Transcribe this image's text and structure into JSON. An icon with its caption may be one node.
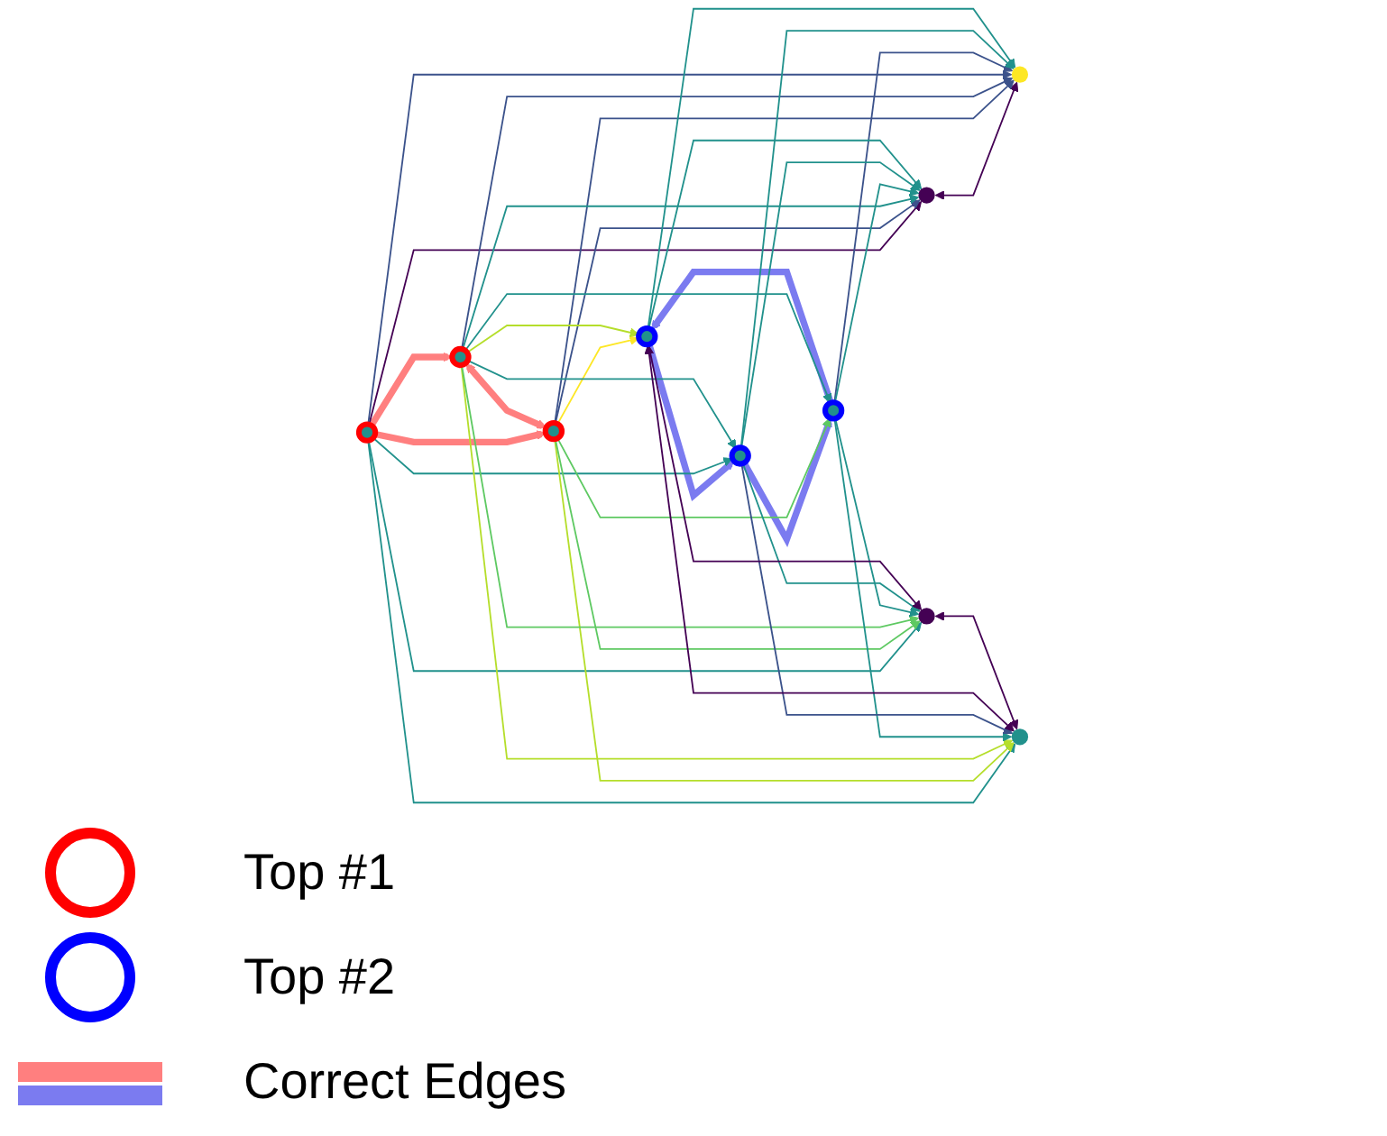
{
  "diagram": {
    "nodes": [
      {
        "text": [],
        "shape": "circle"
      },
      {
        "text": [],
        "shape": "circle"
      },
      {
        "text": [],
        "shape": "circle"
      },
      {
        "text": [],
        "shape": "circle"
      },
      {
        "text": [],
        "shape": "circle"
      },
      {
        "text": [],
        "shape": "circle"
      },
      {
        "text": [],
        "shape": "circle"
      },
      {
        "text": [],
        "shape": "circle"
      },
      {
        "text": [],
        "shape": "circle"
      },
      {
        "text": [],
        "shape": "circle"
      }
    ],
    "edges": [
      {
        "from": 0,
        "to": 2,
        "arrow": "to",
        "style": "thick",
        "color": "#ff7f7f"
      },
      {
        "from": 4,
        "to": 2,
        "arrow": "both",
        "style": "thick",
        "color": "#ff7f7f"
      },
      {
        "from": 0,
        "to": 4,
        "arrow": "to",
        "style": "thick",
        "color": "#ff7f7f"
      },
      {
        "from": 6,
        "to": 5,
        "arrow": "to",
        "style": "thick",
        "color": "#7b7bf0"
      },
      {
        "from": 5,
        "to": 7,
        "arrow": "to",
        "style": "thick",
        "color": "#7b7bf0"
      },
      {
        "from": 7,
        "to": 6,
        "arrow": "to",
        "style": "thick",
        "color": "#7b7bf0"
      },
      {
        "from": 0,
        "to": 1,
        "arrow": "to",
        "color": "#440154"
      },
      {
        "from": 1,
        "to": 3,
        "arrow": "both",
        "color": "#440154"
      },
      {
        "from": 2,
        "to": 1,
        "arrow": "to",
        "color": "#3b528b"
      },
      {
        "from": 2,
        "to": 3,
        "arrow": "to",
        "color": "#3b528b"
      },
      {
        "from": 4,
        "to": 1,
        "arrow": "to"
      },
      {
        "from": 4,
        "to": 3,
        "arrow": "to",
        "color": "#3b528b"
      },
      {
        "from": 0,
        "to": 3,
        "arrow": "to",
        "color": "#3b528b"
      },
      {
        "from": 0,
        "to": 6,
        "arrow": "to"
      },
      {
        "from": 0,
        "to": 9,
        "arrow": "to"
      },
      {
        "from": 0,
        "to": 8,
        "arrow": "to"
      },
      {
        "from": 2,
        "to": 7,
        "arrow": "to",
        "color": "#fde725"
      },
      {
        "from": 2,
        "to": 5,
        "arrow": "to",
        "color": "#5ec962"
      },
      {
        "from": 2,
        "to": 8,
        "arrow": "to",
        "color": "#b5de2b"
      },
      {
        "from": 2,
        "to": 9,
        "arrow": "to",
        "color": "#5ec962"
      },
      {
        "from": 4,
        "to": 5,
        "arrow": "to"
      },
      {
        "from": 4,
        "to": 6,
        "arrow": "to"
      },
      {
        "from": 4,
        "to": 8,
        "arrow": "to",
        "color": "#b5de2b"
      },
      {
        "from": 4,
        "to": 9,
        "arrow": "to",
        "color": "#5ec962"
      },
      {
        "from": 4,
        "to": 7,
        "arrow": "to",
        "color": "#b5de2b"
      },
      {
        "from": 5,
        "to": 3,
        "arrow": "to",
        "color": "#3b528b"
      },
      {
        "from": 5,
        "to": 1,
        "arrow": "to"
      },
      {
        "from": 5,
        "to": 9,
        "arrow": "to"
      },
      {
        "from": 5,
        "to": 8,
        "arrow": "to"
      },
      {
        "from": 6,
        "to": 3,
        "arrow": "to"
      },
      {
        "from": 6,
        "to": 1,
        "arrow": "to"
      },
      {
        "from": 6,
        "to": 9,
        "arrow": "to"
      },
      {
        "from": 6,
        "to": 8,
        "arrow": "to",
        "color": "#3b528b"
      },
      {
        "from": 7,
        "to": 8,
        "arrow": "both",
        "color": "#440154"
      },
      {
        "from": 7,
        "to": 9,
        "arrow": "to",
        "color": "#440154"
      },
      {
        "from": 9,
        "to": 8,
        "arrow": "both",
        "color": "#440154"
      },
      {
        "from": 7,
        "to": 1,
        "arrow": "to"
      },
      {
        "from": 7,
        "to": 3,
        "arrow": "to"
      }
    ],
    "legend": [
      {
        "text": "Top #1"
      },
      {
        "text": "Top #2"
      },
      {
        "text": "Correct Edges"
      }
    ]
  }
}
